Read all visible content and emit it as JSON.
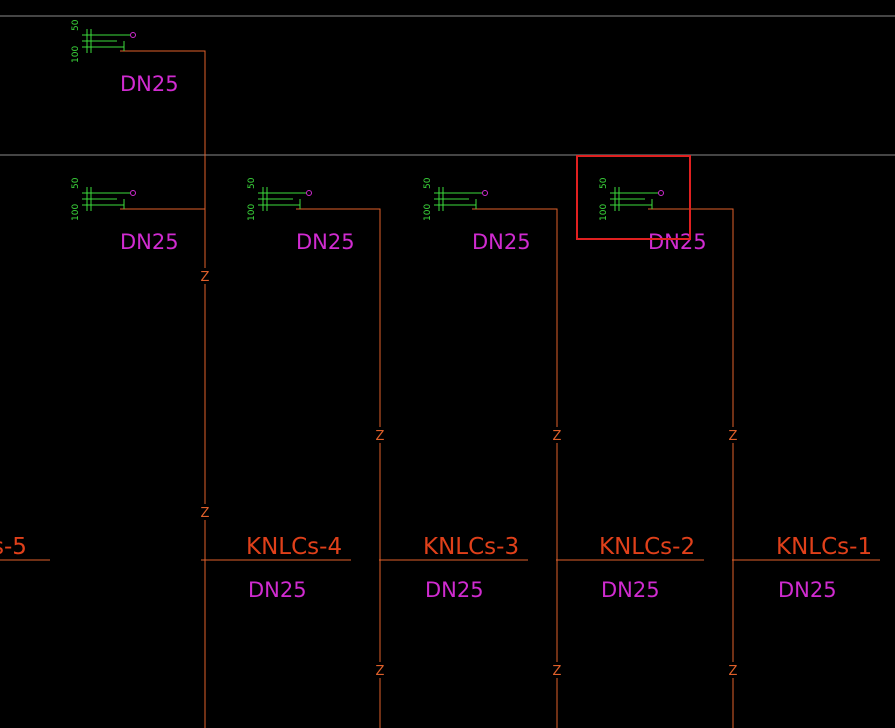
{
  "colors": {
    "background": "#000000",
    "pipe": "#e0602a",
    "pipe_label": "#d02bd0",
    "riser_label": "#e0401a",
    "fixture": "#3cdc3c",
    "fixture_end": "#d02bd0",
    "floor_line": "#8a8a8a",
    "highlight": "#e02020"
  },
  "fixtures": [
    {
      "id": "top",
      "size_label": "DN25",
      "dim_a": "50",
      "dim_b": "100"
    },
    {
      "id": "row2-1",
      "size_label": "DN25",
      "dim_a": "50",
      "dim_b": "100"
    },
    {
      "id": "row2-2",
      "size_label": "DN25",
      "dim_a": "50",
      "dim_b": "100"
    },
    {
      "id": "row2-3",
      "size_label": "DN25",
      "dim_a": "50",
      "dim_b": "100"
    },
    {
      "id": "row2-4",
      "size_label": "DN25",
      "dim_a": "50",
      "dim_b": "100",
      "highlighted": true
    }
  ],
  "risers": [
    {
      "label": "s-5",
      "size_label": ""
    },
    {
      "label": "KNLCs-4",
      "size_label": "DN25"
    },
    {
      "label": "KNLCs-3",
      "size_label": "DN25"
    },
    {
      "label": "KNLCs-2",
      "size_label": "DN25"
    },
    {
      "label": "KNLCs-1",
      "size_label": "DN25"
    }
  ],
  "pipe_marker": "Z"
}
